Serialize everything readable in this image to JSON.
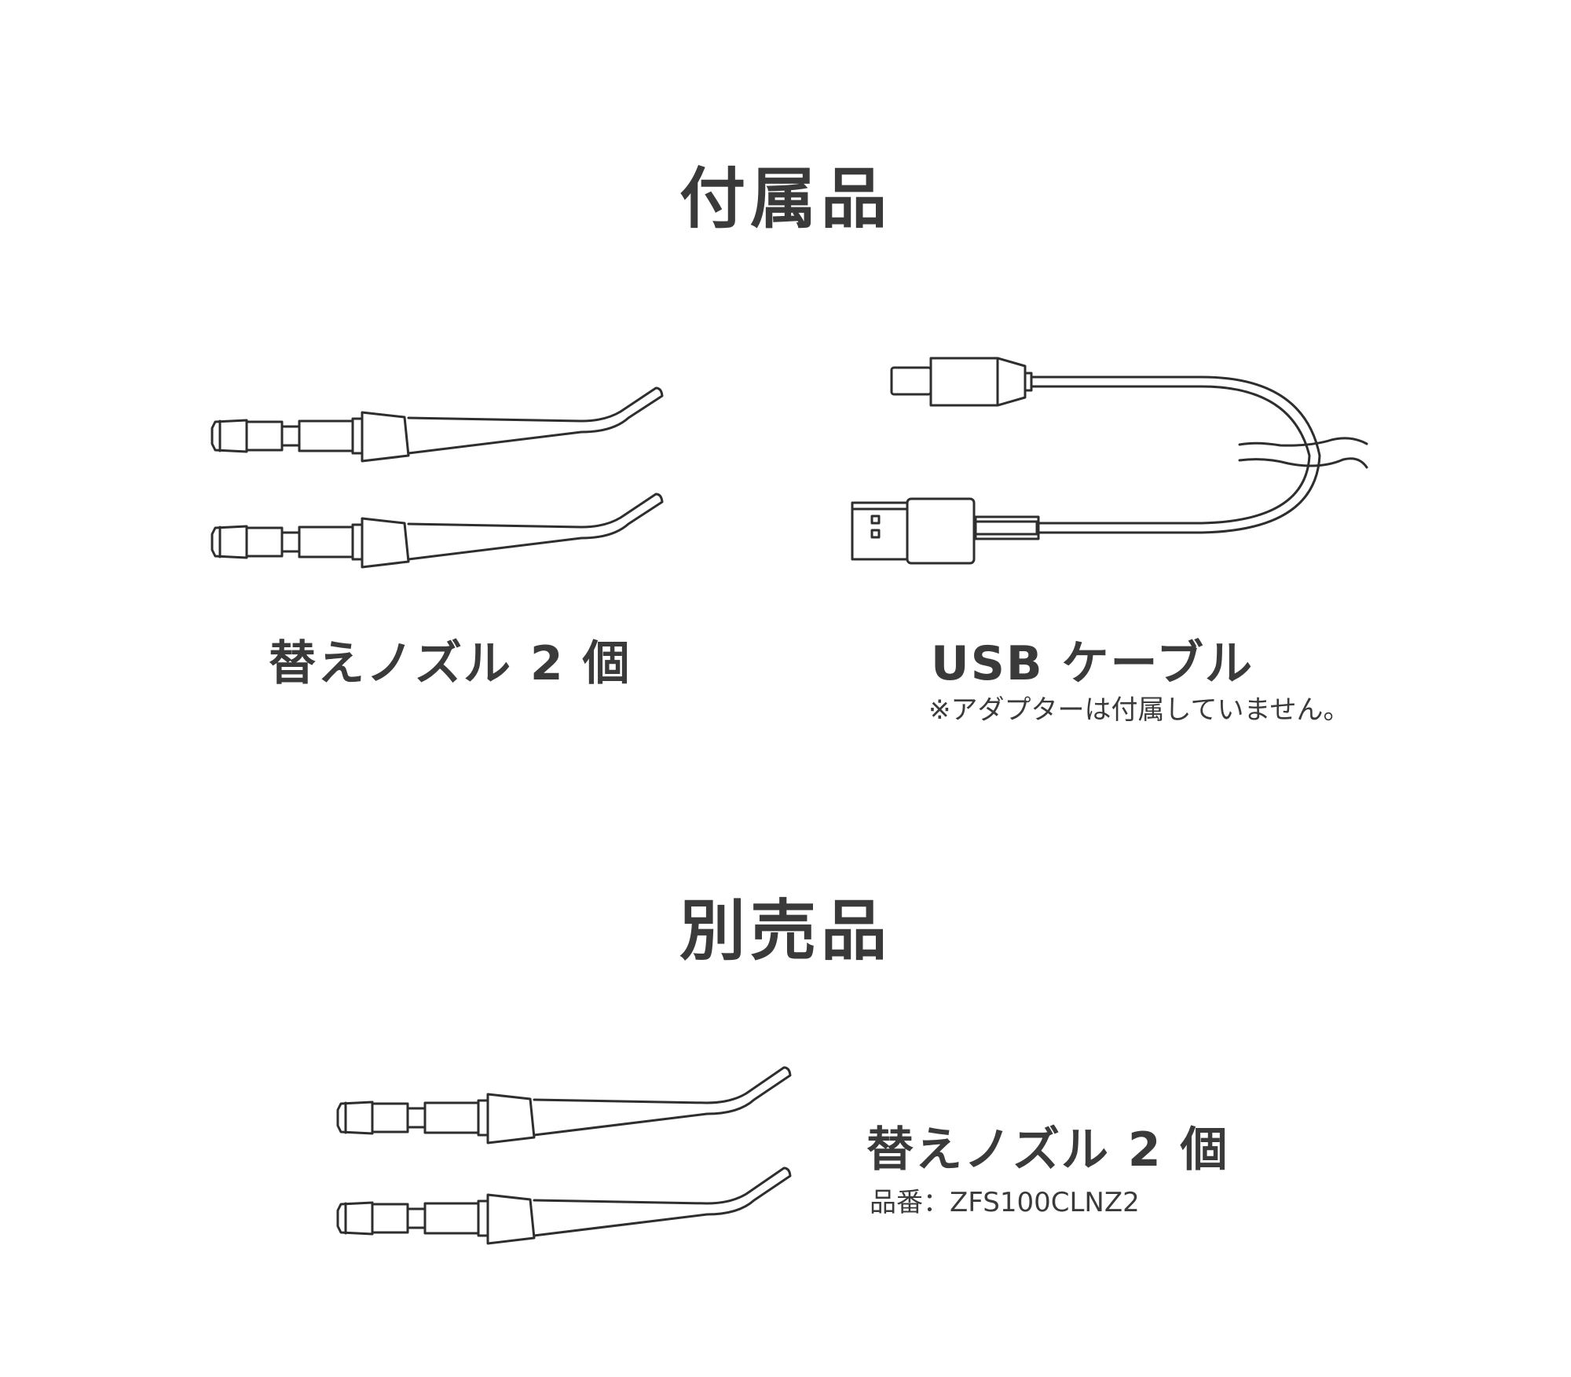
{
  "included": {
    "heading": "付属品",
    "nozzle_label": "替えノズル 2 個",
    "cable_label": "USB ケーブル",
    "cable_note": "※アダプターは付属していません。"
  },
  "sold_separately": {
    "heading": "別売品",
    "nozzle_label": "替えノズル 2 個",
    "part_number": "品番：ZFS100CLNZ2"
  }
}
